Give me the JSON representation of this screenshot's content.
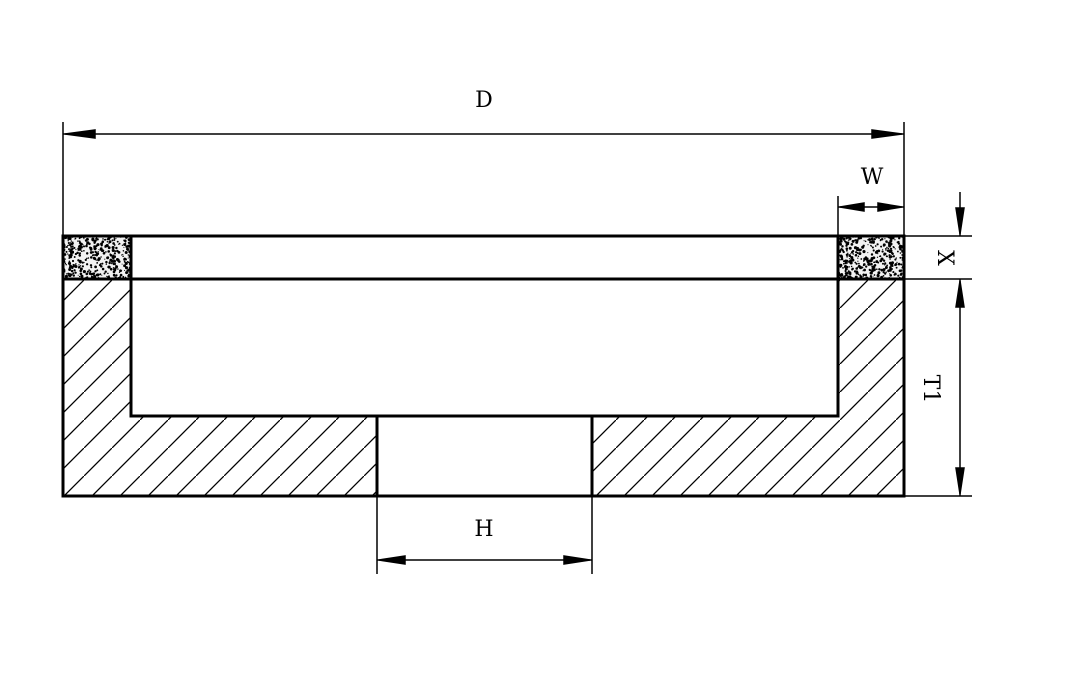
{
  "drawing": {
    "labels": {
      "D": "D",
      "W": "W",
      "X": "X",
      "T1": "T1",
      "H": "H"
    },
    "colors": {
      "line": "#000000",
      "background": "#ffffff",
      "abrasive_dot": "#000000"
    }
  }
}
